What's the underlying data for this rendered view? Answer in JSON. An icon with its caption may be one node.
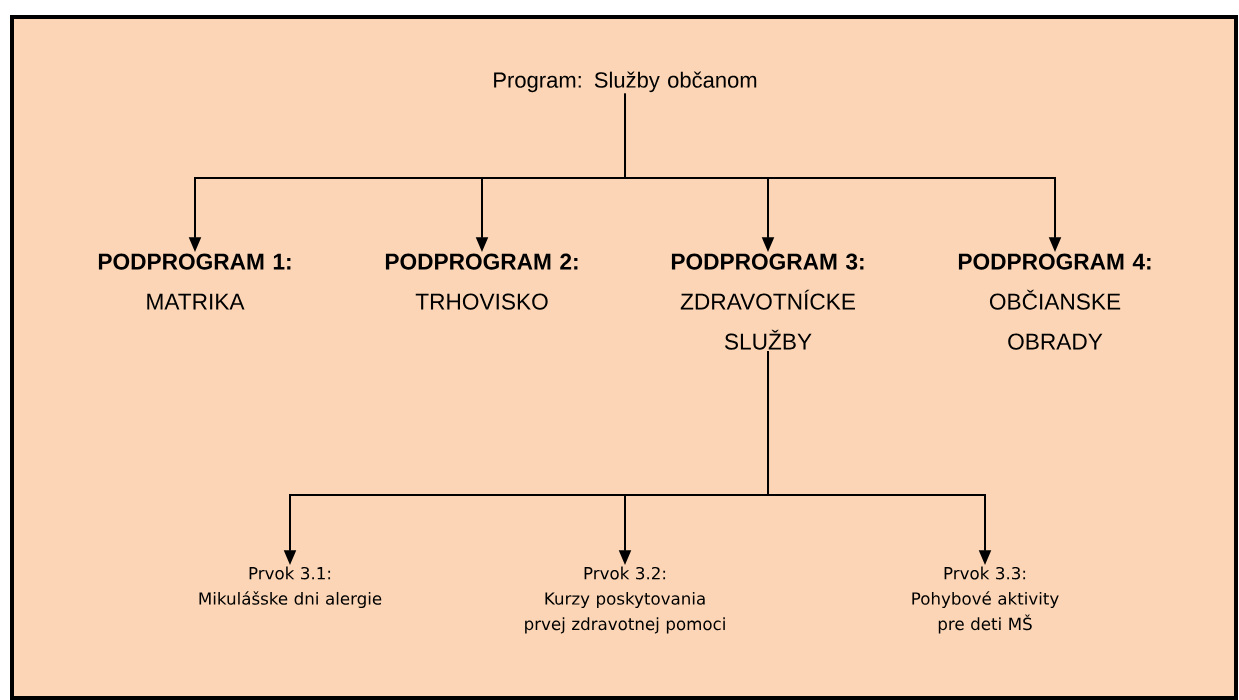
{
  "diagram": {
    "nodes": [
      {
        "text": [
          "Program: Služby občanom"
        ]
      },
      {
        "text": [
          "PODPROGRAM 1:",
          "MATRIKA"
        ]
      },
      {
        "text": [
          "PODPROGRAM 2:",
          "TRHOVISKO"
        ]
      },
      {
        "text": [
          "PODPROGRAM 3:",
          "ZDRAVOTNÍCKE SLUŽBY"
        ]
      },
      {
        "text": [
          "PODPROGRAM 4:",
          "OBČIANSKE OBRADY"
        ]
      },
      {
        "text": [
          "Prvok 3.1:",
          "Mikulášske dni alergie"
        ]
      },
      {
        "text": [
          "Prvok 3.2:",
          "Kurzy poskytovania prvej zdravotnej pomoci"
        ]
      },
      {
        "text": [
          "Prvok 3.3:",
          "Pohybové aktivity pre deti MŠ"
        ]
      }
    ],
    "edges": [
      {
        "from": 0,
        "to": 1,
        "arrow": "to"
      },
      {
        "from": 0,
        "to": 2,
        "arrow": "to"
      },
      {
        "from": 0,
        "to": 3,
        "arrow": "to"
      },
      {
        "from": 0,
        "to": 4,
        "arrow": "to"
      },
      {
        "from": 3,
        "to": 5,
        "arrow": "to"
      },
      {
        "from": 3,
        "to": 6,
        "arrow": "to"
      },
      {
        "from": 3,
        "to": 7,
        "arrow": "to"
      }
    ]
  }
}
